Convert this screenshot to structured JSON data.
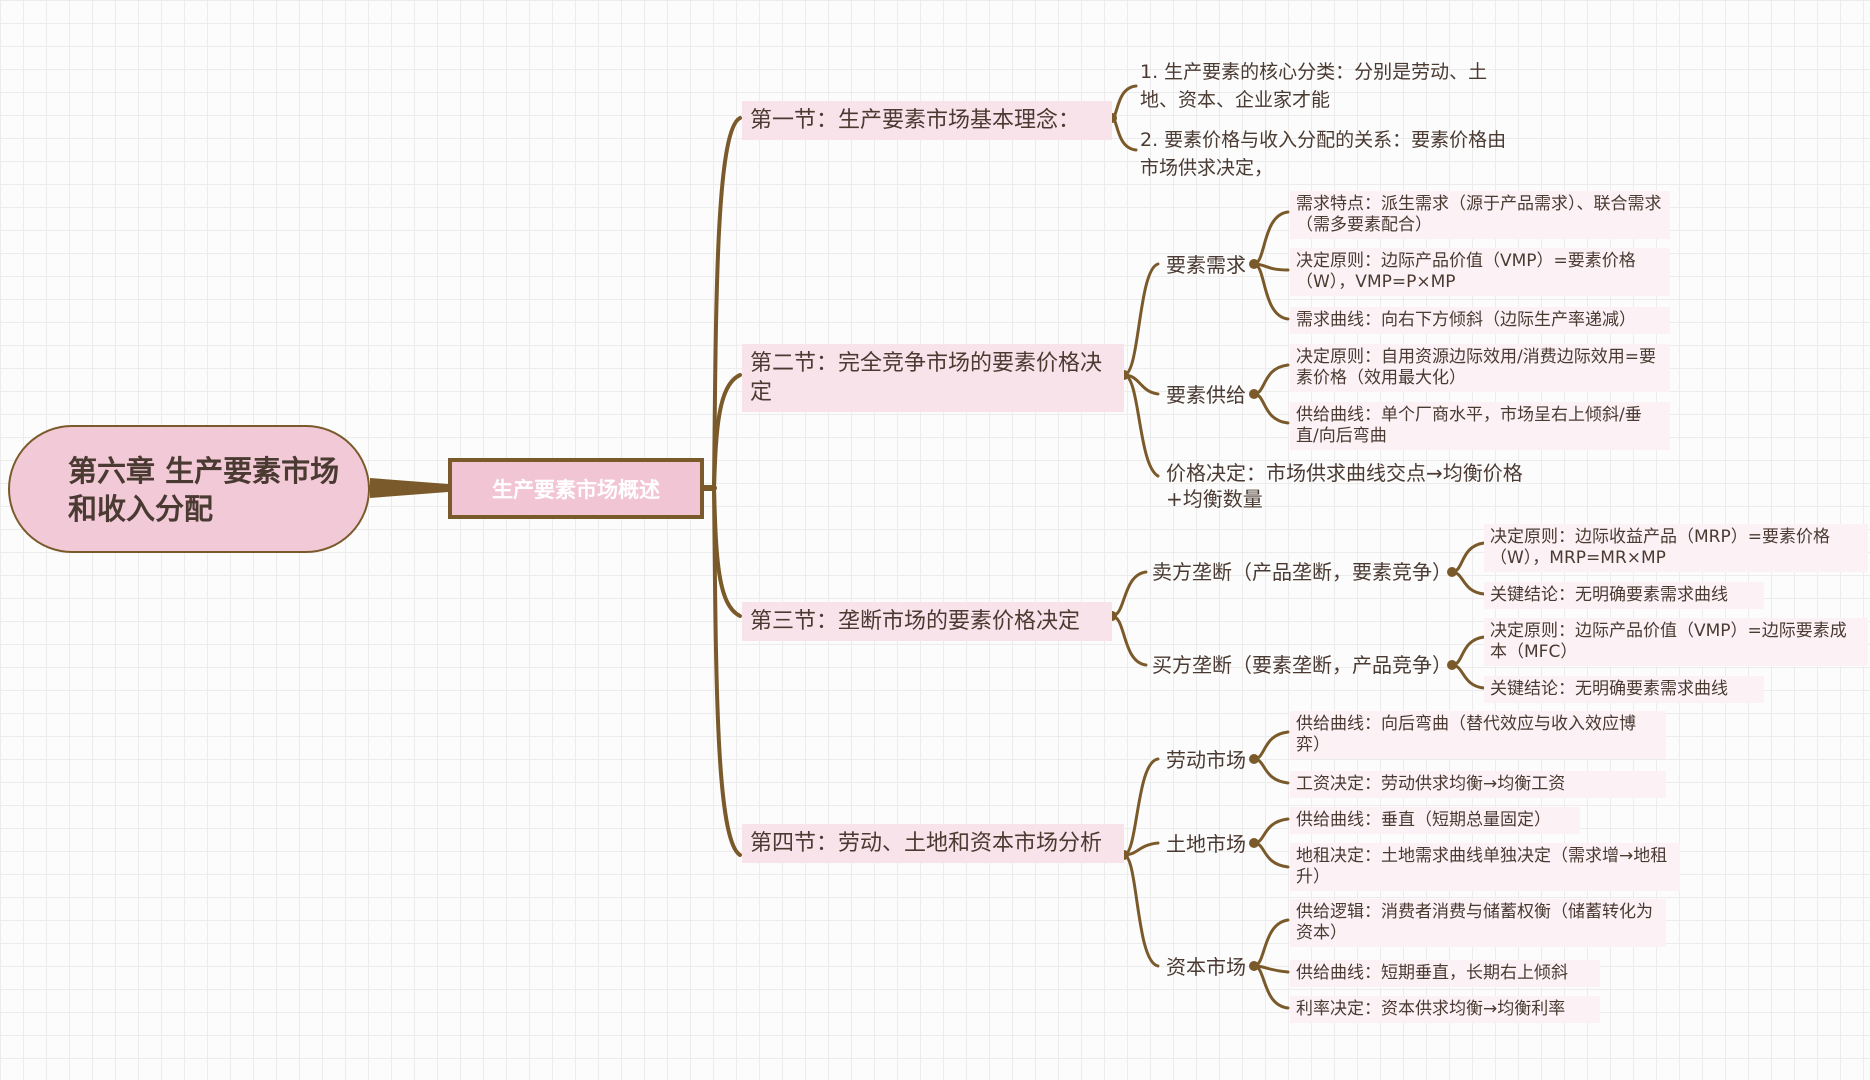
{
  "root": {
    "label": "第六章 生产要素市场和收入分配"
  },
  "main_topic": {
    "label": "生产要素市场概述"
  },
  "sections": {
    "s1": {
      "title": "第一节：生产要素市场基本理念：",
      "points": [
        "1. 生产要素的核心分类：分别是劳动、土地、资本、企业家才能",
        "2. 要素价格与收入分配的关系：要素价格由市场供求决定，"
      ]
    },
    "s2": {
      "title": "第二节：完全竞争市场的要素价格决定",
      "demand": {
        "label": "要素需求",
        "items": [
          "需求特点：派生需求（源于产品需求）、联合需求（需多要素配合）",
          "决定原则：边际产品价值（VMP）=要素价格（W），VMP=P×MP",
          "需求曲线：向右下方倾斜（边际生产率递减）"
        ]
      },
      "supply": {
        "label": "要素供给",
        "items": [
          "决定原则：自用资源边际效用/消费边际效用=要素价格（效用最大化）",
          "供给曲线：单个厂商水平，市场呈右上倾斜/垂直/向后弯曲"
        ]
      },
      "price": "价格决定：市场供求曲线交点→均衡价格+均衡数量"
    },
    "s3": {
      "title": "第三节：垄断市场的要素价格决定",
      "seller": {
        "label": "卖方垄断（产品垄断，要素竞争）",
        "items": [
          "决定原则：边际收益产品（MRP）=要素价格（W），MRP=MR×MP",
          "关键结论：无明确要素需求曲线"
        ]
      },
      "buyer": {
        "label": "买方垄断（要素垄断，产品竞争）",
        "items": [
          "决定原则：边际产品价值（VMP）=边际要素成本（MFC）",
          "关键结论：无明确要素需求曲线"
        ]
      }
    },
    "s4": {
      "title": "第四节：劳动、土地和资本市场分析",
      "labor": {
        "label": "劳动市场",
        "items": [
          "供给曲线：向后弯曲（替代效应与收入效应博弈）",
          "工资决定：劳动供求均衡→均衡工资"
        ]
      },
      "land": {
        "label": "土地市场",
        "items": [
          "供给曲线：垂直（短期总量固定）",
          "地租决定：土地需求曲线单独决定（需求增→地租升）"
        ]
      },
      "capital": {
        "label": "资本市场",
        "items": [
          "供给逻辑：消费者消费与储蓄权衡（储蓄转化为资本）",
          "供给曲线：短期垂直，长期右上倾斜",
          "利率决定：资本供求均衡→均衡利率"
        ]
      }
    }
  },
  "colors": {
    "connector": "#7a5a2a",
    "root_fill": "#f1c9d7",
    "main_fill": "#f2c5d4",
    "section_fill": "#f9e3eb",
    "leaf_fill": "#fcf1f5"
  }
}
